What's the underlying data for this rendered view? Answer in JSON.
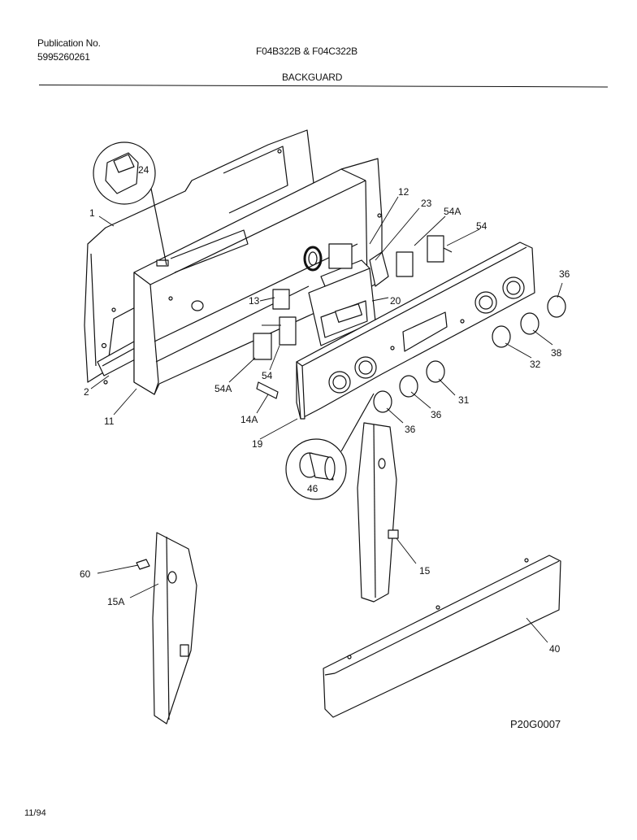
{
  "header": {
    "publication_label": "Publication No.",
    "publication_number": "5995260261",
    "models": "F04B322B & F04C322B",
    "section": "BACKGUARD"
  },
  "parts": {
    "p1": "1",
    "p2": "2",
    "p11": "11",
    "p12": "12",
    "p13": "13",
    "p14a": "14A",
    "p15": "15",
    "p15a": "15A",
    "p19": "19",
    "p20": "20",
    "p23": "23",
    "p24": "24",
    "p31": "31",
    "p32": "32",
    "p36a": "36",
    "p36b": "36",
    "p36c": "36",
    "p38": "38",
    "p40": "40",
    "p46": "46",
    "p54a": "54",
    "p54b": "54",
    "p54a_top": "54A",
    "p54a_left": "54A",
    "p60": "60"
  },
  "footer": {
    "diagram_code": "P20G0007",
    "date": "11/94"
  }
}
